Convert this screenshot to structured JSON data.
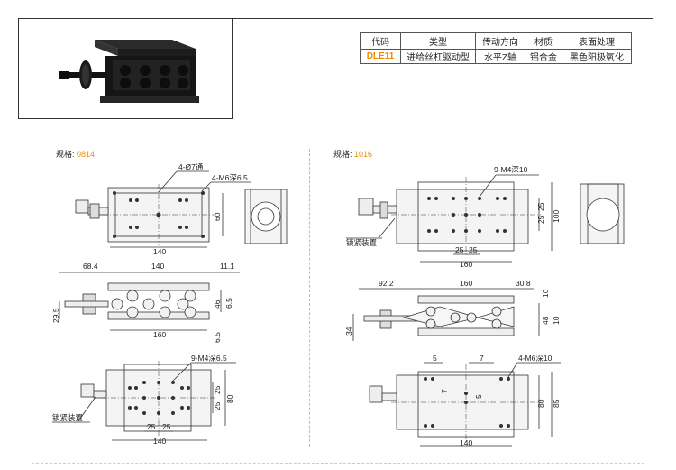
{
  "table": {
    "headers": [
      "代码",
      "类型",
      "传动方向",
      "材质",
      "表面处理"
    ],
    "row": [
      "DLE11",
      "进给丝杠驱动型",
      "水平Z轴",
      "铝合金",
      "黑色阳极氧化"
    ]
  },
  "left_spec": {
    "label": "规格:",
    "value": "0814"
  },
  "right_spec": {
    "label": "规格:",
    "value": "1016"
  },
  "left_top_view": {
    "callout_hole": "4-Ø7通",
    "callout_thread": "4-M6深6.5",
    "dim_height": "60",
    "dim_width": "140"
  },
  "left_side_view": {
    "dim_left": "68.4",
    "dim_center": "140",
    "dim_right": "11.1",
    "dim_height": "29.5",
    "dim_46": "46",
    "dim_6_5_top": "6.5",
    "dim_6_5_bottom": "6.5",
    "dim_bottom": "160"
  },
  "left_bottom_view": {
    "callout": "9-M4深6.5",
    "dim_25a": "25",
    "dim_25b": "25",
    "dim_80": "80",
    "dim_25c": "25",
    "dim_25d": "25",
    "dim_140": "140",
    "lock_label": "锁紧装置"
  },
  "right_top_view": {
    "callout": "9-M4深10",
    "dim_25a": "25",
    "dim_25b": "25",
    "dim_100": "100",
    "dim_25c": "25",
    "dim_25d": "25",
    "dim_160": "160",
    "lock_label": "锁紧装置"
  },
  "right_side_view": {
    "dim_left": "92.2",
    "dim_center": "160",
    "dim_right": "30.8",
    "dim_10_top": "10",
    "dim_48": "48",
    "dim_10_bottom": "10",
    "dim_34": "34"
  },
  "right_bottom_view": {
    "dim_5": "5",
    "dim_7": "7",
    "callout": "4-M6深10",
    "dim_7v": "7",
    "dim_5v": "5",
    "dim_80": "80",
    "dim_85": "85",
    "dim_140": "140"
  }
}
